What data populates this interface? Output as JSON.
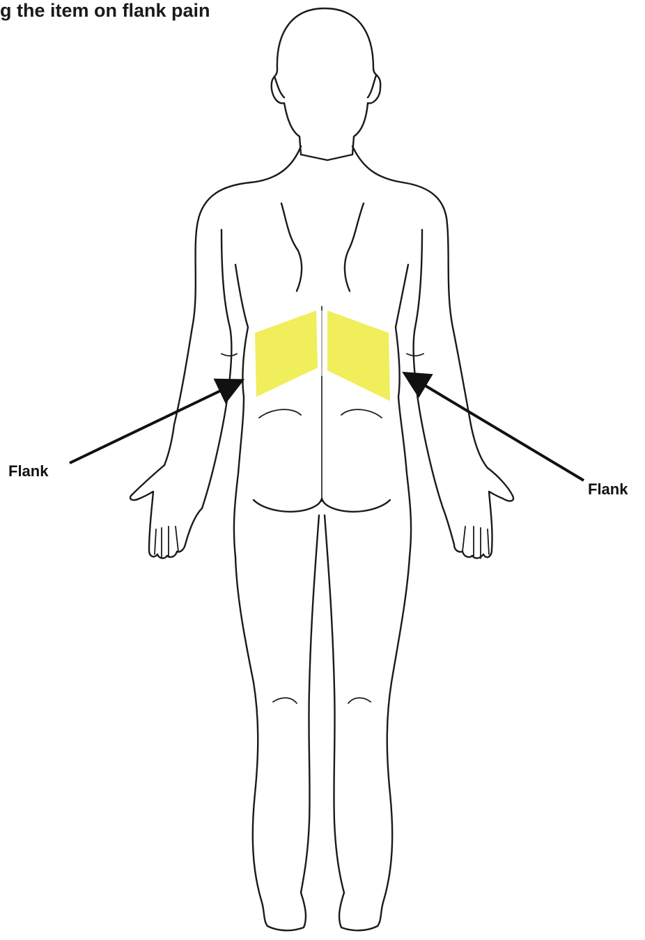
{
  "caption": "g the item on flank pain",
  "diagram": {
    "view": "posterior",
    "highlight_color": "#f0ee5a",
    "outline_color": "#1a1a1a",
    "labels": {
      "left": "Flank",
      "right": "Flank"
    }
  }
}
